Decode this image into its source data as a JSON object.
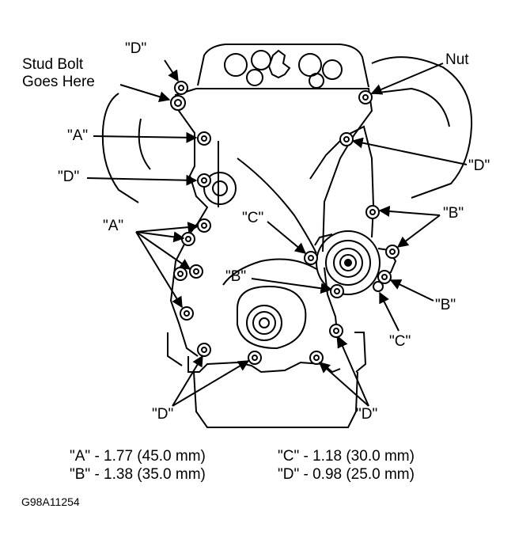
{
  "callouts": {
    "stud_bolt_line1": "Stud Bolt",
    "stud_bolt_line2": "Goes Here",
    "nut": "Nut",
    "d_top_left": "\"D\"",
    "a_upper": "\"A\"",
    "d_left": "\"D\"",
    "d_right": "\"D\"",
    "a_lower": "\"A\"",
    "c_mid": "\"C\"",
    "b_right_upper": "\"B\"",
    "b_mid": "\"B\"",
    "b_right_lower": "\"B\"",
    "c_lower": "\"C\"",
    "d_bottom_left": "\"D\"",
    "d_bottom_right": "\"D\""
  },
  "legend": {
    "a": "\"A\" - 1.77 (45.0 mm)",
    "b": "\"B\" - 1.38 (35.0 mm)",
    "c": "\"C\" - 1.18 (30.0 mm)",
    "d": "\"D\" - 0.98 (25.0 mm)"
  },
  "figure_id": "G98A11254",
  "colors": {
    "ink": "#000000",
    "paper": "#ffffff"
  }
}
